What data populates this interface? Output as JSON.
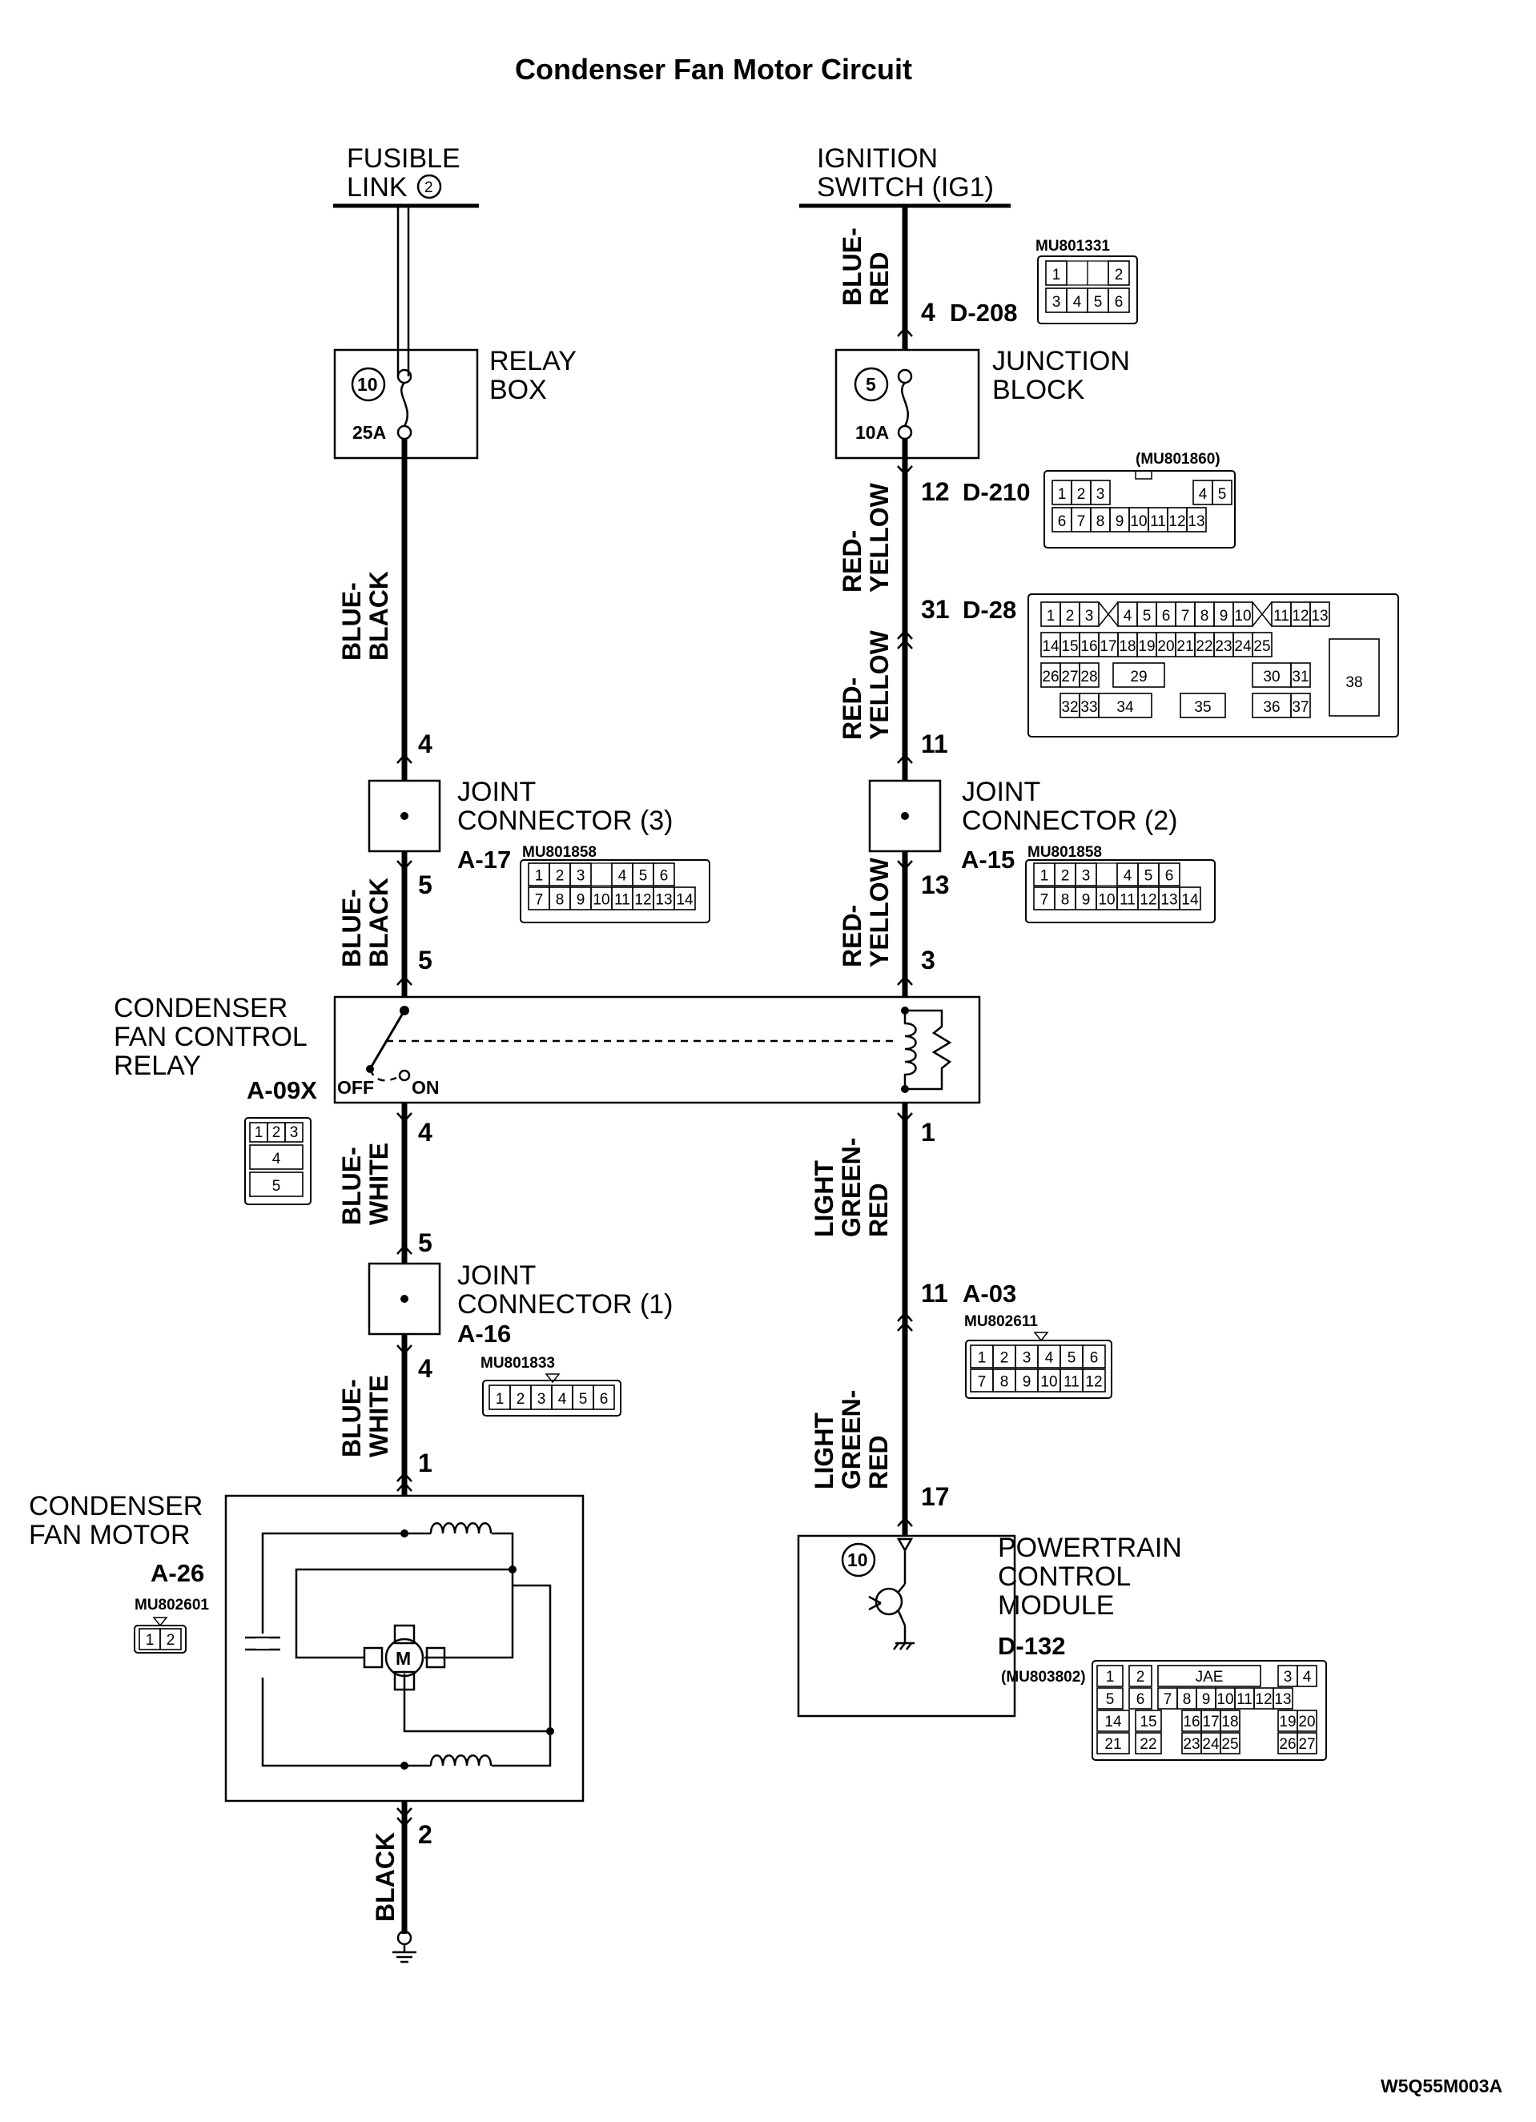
{
  "title": "Condenser Fan Motor Circuit",
  "doc_code": "W5Q55M003A",
  "left_branch": {
    "source_line1": "FUSIBLE",
    "source_line2": "LINK",
    "source_number": "2",
    "relay_box": {
      "line1": "RELAY",
      "line2": "BOX",
      "fuse_number": "10",
      "fuse_rating": "25A"
    },
    "wire_relay_to_jc": {
      "line1": "BLUE-",
      "line2": "BLACK"
    },
    "jc3_in_pin": "4",
    "joint_connector_3": {
      "line1": "JOINT",
      "line2": "CONNECTOR (3)",
      "id": "A-17",
      "part": "MU801858",
      "pins_row1": [
        "1",
        "2",
        "3",
        "",
        "4",
        "5",
        "6"
      ],
      "pins_row2": [
        "7",
        "8",
        "9",
        "10",
        "11",
        "12",
        "13",
        "14"
      ]
    },
    "jc3_out_pin": "5",
    "wire_jc_to_relay": {
      "line1": "BLUE-",
      "line2": "BLACK"
    },
    "relay_in_pin": "5",
    "relay": {
      "line1": "CONDENSER",
      "line2": "FAN CONTROL",
      "line3": "RELAY",
      "id": "A-09X",
      "off_label": "OFF",
      "on_label": "ON",
      "pins": [
        "1",
        "2",
        "3",
        "4",
        "5"
      ]
    },
    "relay_out_pin": "4",
    "wire_relay_to_jc1": {
      "line1": "BLUE-",
      "line2": "WHITE"
    },
    "jc1_in_pin": "5",
    "joint_connector_1": {
      "line1": "JOINT",
      "line2": "CONNECTOR (1)",
      "id": "A-16",
      "part": "MU801833",
      "pins": [
        "1",
        "2",
        "3",
        "4",
        "5",
        "6"
      ]
    },
    "jc1_out_pin": "4",
    "wire_jc1_to_motor": {
      "line1": "BLUE-",
      "line2": "WHITE"
    },
    "motor_in_pin": "1",
    "motor": {
      "line1": "CONDENSER",
      "line2": "FAN MOTOR",
      "id": "A-26",
      "part": "MU802601",
      "pins": [
        "1",
        "2"
      ],
      "symbol": "M"
    },
    "motor_out_pin": "2",
    "ground_wire": "BLACK"
  },
  "right_branch": {
    "source_line1": "IGNITION",
    "source_line2": "SWITCH (IG1)",
    "wire_ig_to_d208": {
      "line1": "BLUE-",
      "line2": "RED"
    },
    "d208": {
      "pin": "4",
      "id": "D-208",
      "part": "MU801331",
      "pins_row1": [
        "1",
        "",
        "",
        "2"
      ],
      "pins_row2": [
        "3",
        "4",
        "5",
        "6"
      ]
    },
    "junction_block": {
      "line1": "JUNCTION",
      "line2": "BLOCK",
      "fuse_number": "5",
      "fuse_rating": "10A"
    },
    "d210": {
      "pin": "12",
      "id": "D-210",
      "part": "(MU801860)",
      "pins_row1": [
        "1",
        "2",
        "3",
        "4",
        "5"
      ],
      "pins_row2": [
        "6",
        "7",
        "8",
        "9",
        "10",
        "11",
        "12",
        "13"
      ]
    },
    "wire_d210_to_d28": {
      "line1": "RED-",
      "line2": "YELLOW"
    },
    "d28": {
      "pin": "31",
      "id": "D-28",
      "row1": [
        "1",
        "2",
        "3",
        "4",
        "5",
        "6",
        "7",
        "8",
        "9",
        "10",
        "11",
        "12",
        "13"
      ],
      "row2": [
        "14",
        "15",
        "16",
        "17",
        "18",
        "19",
        "20",
        "21",
        "22",
        "23",
        "24",
        "25"
      ],
      "row3": [
        "26",
        "27",
        "28",
        "29",
        "30",
        "31"
      ],
      "row4": [
        "32",
        "33",
        "34",
        "35",
        "36",
        "37"
      ],
      "big_pin": "38"
    },
    "wire_d28_to_jc2": {
      "line1": "RED-",
      "line2": "YELLOW"
    },
    "jc2_in_pin": "11",
    "joint_connector_2": {
      "line1": "JOINT",
      "line2": "CONNECTOR (2)",
      "id": "A-15",
      "part": "MU801858",
      "pins_row1": [
        "1",
        "2",
        "3",
        "",
        "4",
        "5",
        "6"
      ],
      "pins_row2": [
        "7",
        "8",
        "9",
        "10",
        "11",
        "12",
        "13",
        "14"
      ]
    },
    "jc2_out_pin": "13",
    "wire_jc2_to_relay": {
      "line1": "RED-",
      "line2": "YELLOW"
    },
    "relay_coil_in_pin": "3",
    "relay_coil_out_pin": "1",
    "wire_relay_to_a03": {
      "line1": "LIGHT",
      "line2": "GREEN-",
      "line3": "RED"
    },
    "a03": {
      "pin": "11",
      "id": "A-03",
      "part": "MU802611",
      "pins_row1": [
        "1",
        "2",
        "3",
        "4",
        "5",
        "6"
      ],
      "pins_row2": [
        "7",
        "8",
        "9",
        "10",
        "11",
        "12"
      ]
    },
    "wire_a03_to_pcm": {
      "line1": "LIGHT",
      "line2": "GREEN-",
      "line3": "RED"
    },
    "pcm_pin": "17",
    "pcm": {
      "line1": "POWERTRAIN",
      "line2": "CONTROL",
      "line3": "MODULE",
      "id": "D-132",
      "part": "(MU803802)",
      "marker": "10",
      "vendor": "JAE",
      "row1": [
        "1",
        "2",
        "3",
        "4"
      ],
      "row2": [
        "5",
        "6",
        "7",
        "8",
        "9",
        "10",
        "11",
        "12",
        "13"
      ],
      "row3": [
        "14",
        "15",
        "16",
        "17",
        "18",
        "19",
        "20"
      ],
      "row4": [
        "21",
        "22",
        "23",
        "24",
        "25",
        "26",
        "27"
      ]
    }
  }
}
